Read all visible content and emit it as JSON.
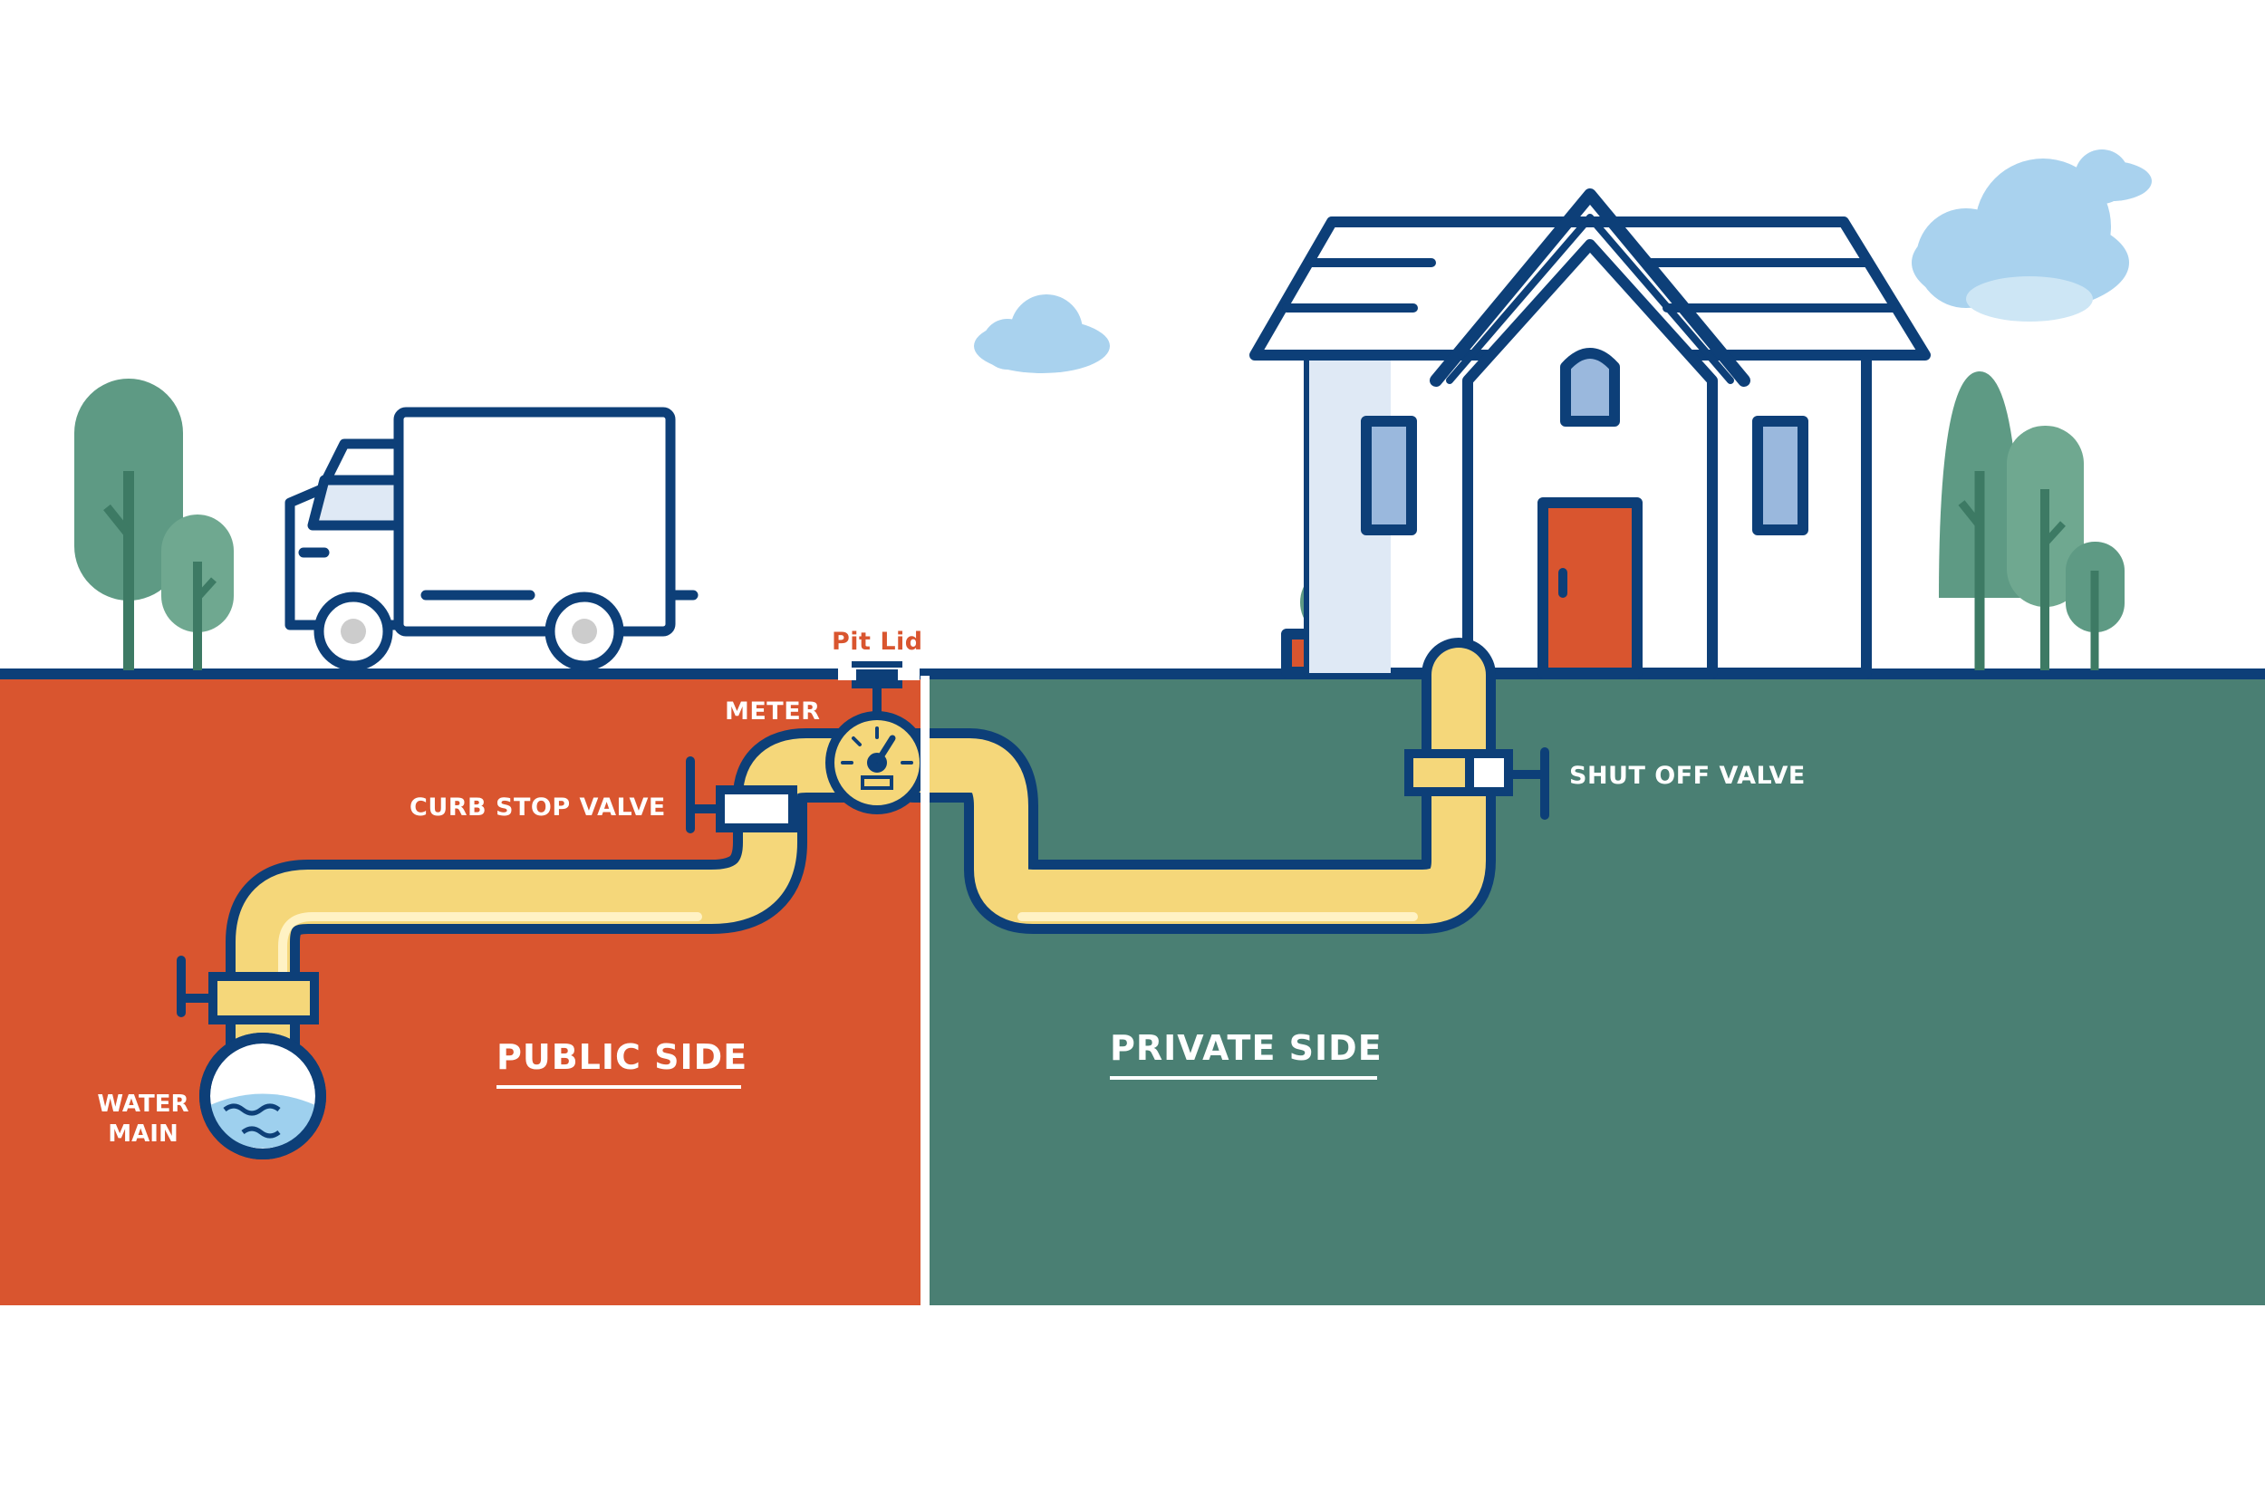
{
  "labels": {
    "pit_lid": "Pit Lid",
    "meter": "METER",
    "curb_stop_valve": "CURB STOP VALVE",
    "shut_off_valve": "SHUT OFF VALVE",
    "water_main_line1": "WATER",
    "water_main_line2": "MAIN",
    "public_side": "PUBLIC SIDE",
    "private_side": "PRIVATE SIDE"
  },
  "colors": {
    "outline": "#0d3f78",
    "public_ground": "#d9552f",
    "private_ground": "#4a7f73",
    "pipe": "#f5d77a",
    "pipe_highlight": "#ffffff",
    "door": "#d9552f",
    "window": "#9ab8dd",
    "tree": "#5e9a84",
    "tree_dark": "#3d7a64",
    "cloud": "#a9d2ee",
    "label_red": "#d9552f"
  },
  "icons": [
    "truck-icon",
    "house-icon",
    "tree-icon",
    "cloud-icon",
    "meter-gauge-icon",
    "valve-icon",
    "water-main-icon"
  ]
}
